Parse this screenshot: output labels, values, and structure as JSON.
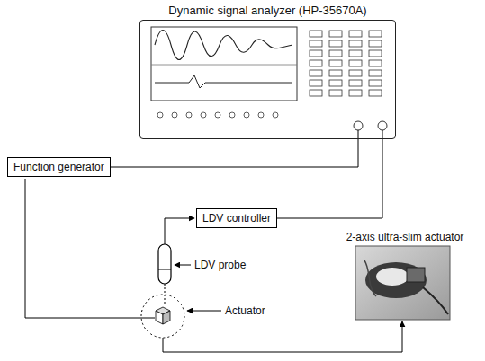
{
  "diagram": {
    "nodes": [
      {
        "text": [
          "Dynamic signal analyzer (HP-35670A)"
        ]
      },
      {
        "text": [
          "Function generator"
        ]
      },
      {
        "text": [
          "LDV controller"
        ]
      },
      {
        "text": [
          "2-axis ultra-slim actuator"
        ]
      }
    ],
    "edges": [
      {
        "from": 1,
        "to": 0,
        "arrow": "none"
      },
      {
        "from": 2,
        "to": 0,
        "arrow": "none"
      }
    ],
    "labels": [
      "LDV probe",
      "Actuator"
    ]
  }
}
